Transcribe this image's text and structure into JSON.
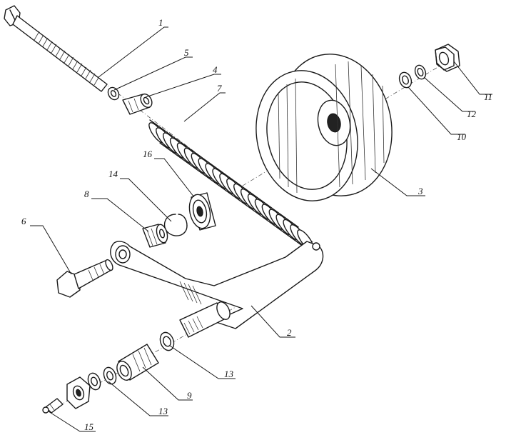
{
  "diagram": {
    "callouts": [
      {
        "id": "c1",
        "text": "1"
      },
      {
        "id": "c5",
        "text": "5"
      },
      {
        "id": "c4",
        "text": "4"
      },
      {
        "id": "c7",
        "text": "7"
      },
      {
        "id": "c16",
        "text": "16"
      },
      {
        "id": "c14",
        "text": "14"
      },
      {
        "id": "c8",
        "text": "8"
      },
      {
        "id": "c6",
        "text": "6"
      },
      {
        "id": "c2",
        "text": "2"
      },
      {
        "id": "c13a",
        "text": "13"
      },
      {
        "id": "c9",
        "text": "9"
      },
      {
        "id": "c13b",
        "text": "13"
      },
      {
        "id": "c15",
        "text": "15"
      },
      {
        "id": "c3",
        "text": "3"
      },
      {
        "id": "c10",
        "text": "10"
      },
      {
        "id": "c12",
        "text": "12"
      },
      {
        "id": "c11",
        "text": "11"
      }
    ],
    "parts": [
      "axle-bolt",
      "washer",
      "spacer-sleeve",
      "tension-spring",
      "ball-bearing",
      "retaining-ring",
      "bushing",
      "pivot-bolt",
      "tension-arm",
      "shaft-stub",
      "washer-lower",
      "sleeve-lower",
      "lock-nut",
      "grease-fitting",
      "pulley",
      "washer-small",
      "lock-washer",
      "hex-nut"
    ]
  }
}
